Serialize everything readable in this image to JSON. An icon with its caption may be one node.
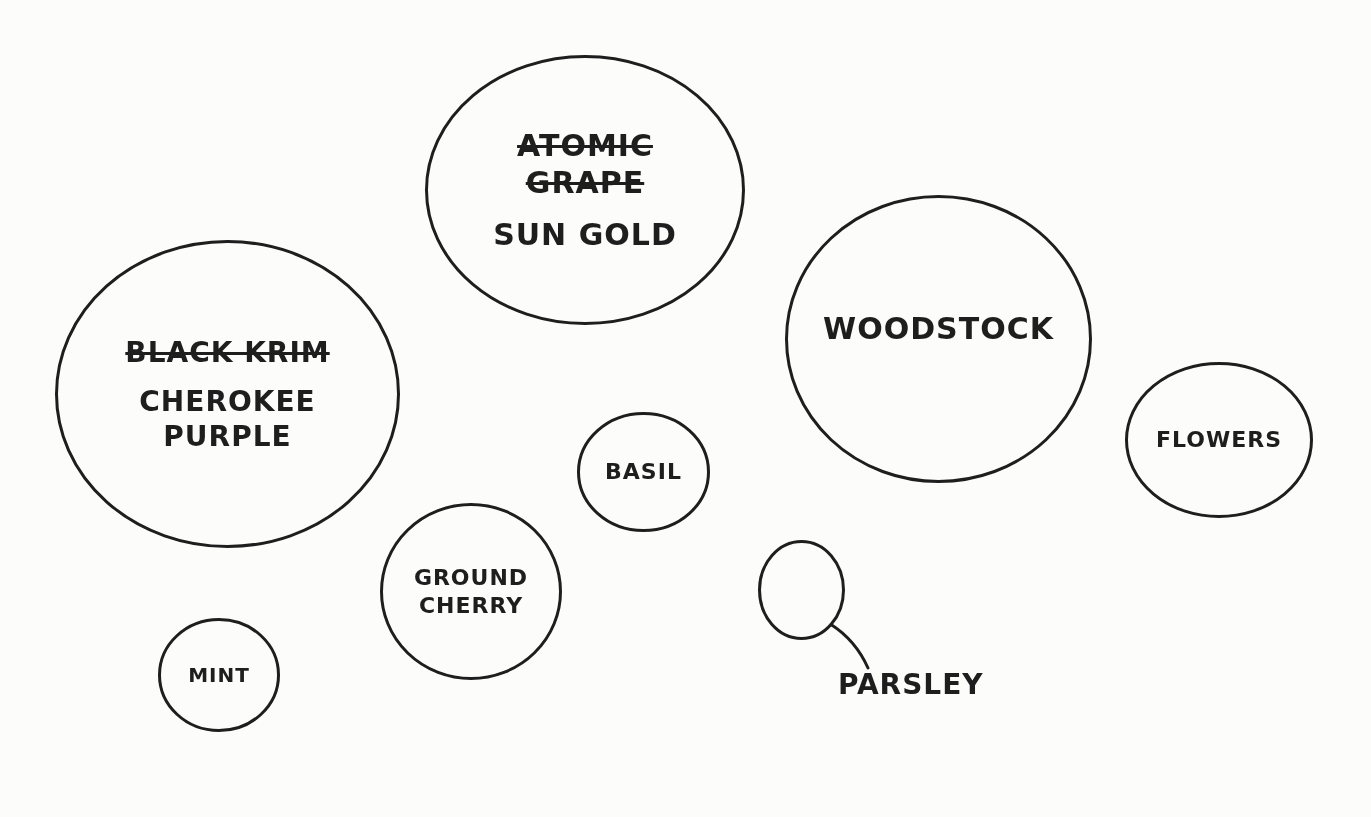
{
  "diagram": {
    "nodes": [
      {
        "text": [
          "ATOMIC GRAPE",
          "SUN GOLD"
        ]
      },
      {
        "text": [
          "WOODSTOCK"
        ]
      },
      {
        "text": [
          "BLACK KRIM",
          "CHEROKEE PURPLE"
        ]
      },
      {
        "text": [
          "FLOWERS"
        ]
      },
      {
        "text": [
          "BASIL"
        ]
      },
      {
        "text": [
          "GROUND CHERRY"
        ]
      },
      {
        "text": [],
        "shape": "circle"
      },
      {
        "text": [
          "MINT"
        ]
      },
      {
        "text": [
          "PARSLEY"
        ]
      }
    ],
    "edges": [
      {
        "from": 8,
        "to": 6,
        "arrow": "none"
      }
    ]
  }
}
